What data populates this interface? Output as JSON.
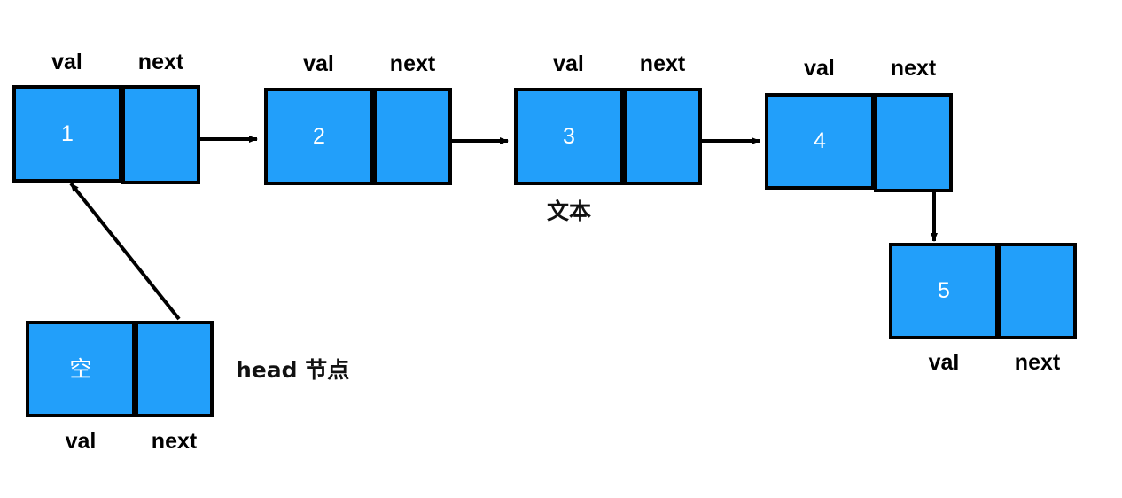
{
  "diagram": {
    "title": "linked-list-diagram",
    "colors": {
      "node_fill": "#229ffa",
      "node_border": "#000000",
      "node_text": "#ffffff",
      "label_text": "#000000",
      "arrow": "#000000",
      "background": "#ffffff"
    },
    "field_labels": {
      "val": "val",
      "next": "next"
    },
    "nodes": [
      {
        "id": "node-1",
        "value": "1",
        "labels_position": "above",
        "val_label": "val",
        "next_label": "next"
      },
      {
        "id": "node-2",
        "value": "2",
        "labels_position": "above",
        "val_label": "val",
        "next_label": "next"
      },
      {
        "id": "node-3",
        "value": "3",
        "labels_position": "above",
        "val_label": "val",
        "next_label": "next",
        "caption_below": "文本"
      },
      {
        "id": "node-4",
        "value": "4",
        "labels_position": "above",
        "val_label": "val",
        "next_label": "next"
      },
      {
        "id": "node-5",
        "value": "5",
        "labels_position": "below",
        "val_label": "val",
        "next_label": "next"
      },
      {
        "id": "node-head",
        "value": "空",
        "labels_position": "below",
        "val_label": "val",
        "next_label": "next",
        "caption_right": "head 节点"
      }
    ],
    "captions": {
      "node3_text": "文本",
      "head_text": "head 节点"
    },
    "connections": [
      {
        "from": "node-1.next",
        "to": "node-2.val",
        "direction": "right"
      },
      {
        "from": "node-2.next",
        "to": "node-3.val",
        "direction": "right"
      },
      {
        "from": "node-3.next",
        "to": "node-4.val",
        "direction": "right"
      },
      {
        "from": "node-4.next",
        "to": "node-5.val",
        "direction": "down"
      },
      {
        "from": "node-head.next",
        "to": "node-1.val",
        "direction": "up-left"
      }
    ]
  }
}
